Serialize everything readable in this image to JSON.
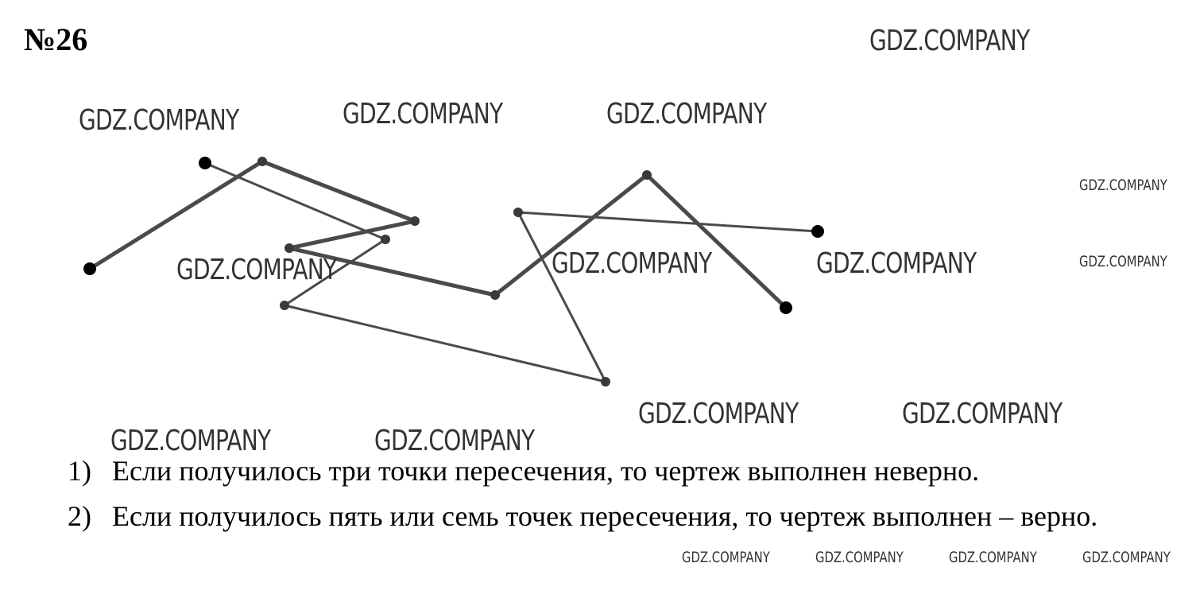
{
  "problem": {
    "number": "№26"
  },
  "watermark": {
    "text": "GDZ.COMPANY"
  },
  "conclusions": {
    "items": [
      {
        "num": "1)",
        "text": "Если получилось три точки пересечения, то чертеж выполнен неверно."
      },
      {
        "num": "2)",
        "text": "Если получилось пять или семь точек пересечения, то чертеж выполнен – верно."
      }
    ]
  },
  "colors": {
    "lines": "#4a4a4a",
    "points": "#000000",
    "text": "#000000"
  }
}
